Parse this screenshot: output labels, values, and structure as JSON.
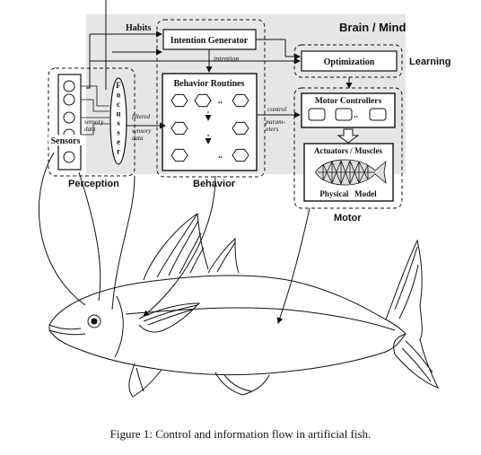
{
  "brain_label": "Brain / Mind",
  "habits_label": "Habits",
  "intention_generator_label": "Intention Generator",
  "intention_label": "intention",
  "optimization_label": "Optimization",
  "learning_label": "Learning",
  "behavior_routines_label": "Behavior Routines",
  "control_params_lines": [
    "control",
    "param-",
    "eters"
  ],
  "motor_controllers_label": "Motor Controllers",
  "actuators_label": "Actuators / Muscles",
  "physical_model_label": "Physical   Model",
  "motor_label": "Motor",
  "behavior_label": "Behavior",
  "perception_label": "Perception",
  "sensors_label": "Sensors",
  "sensory_data_lines": [
    "sensory",
    "data"
  ],
  "filtered_sensory_lines": [
    "filtered",
    "sensory",
    "data"
  ],
  "focusser_letters": [
    "F",
    "o",
    "c",
    "u",
    "s",
    "s",
    "e",
    "r"
  ],
  "ellipsis": "..",
  "caption": "Figure 1: Control and information flow in artificial fish.",
  "colors": {
    "brain_bg": "#e6e6e6",
    "stroke": "#111111"
  }
}
